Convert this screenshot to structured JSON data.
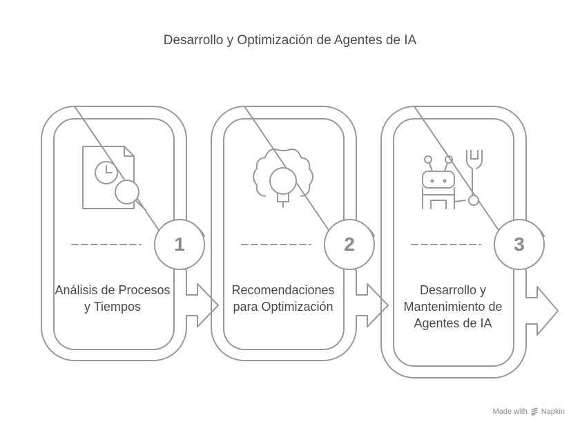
{
  "title": "Desarrollo y Optimización de Agentes de IA",
  "steps": [
    {
      "number": "1",
      "label": "Análisis de Procesos y Tiempos",
      "icon": "document-clock-search-icon"
    },
    {
      "number": "2",
      "label": "Recomendaciones para Optimización",
      "icon": "gear-lightbulb-icon"
    },
    {
      "number": "3",
      "label": "Desarrollo y Mantenimiento de Agentes de IA",
      "icon": "robot-wrench-icon"
    }
  ],
  "watermark": {
    "prefix": "Made with",
    "brand": "Napkin"
  },
  "colors": {
    "stroke": "#999999",
    "text": "#4a4a4a",
    "number": "#8a8a8a"
  }
}
